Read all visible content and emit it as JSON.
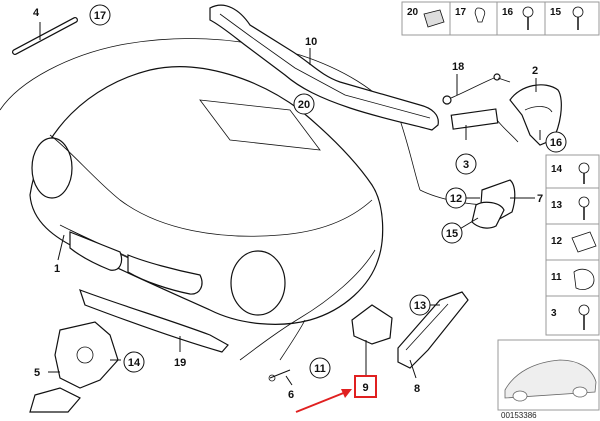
{
  "callouts": {
    "p1": "1",
    "p2": "2",
    "p3": "3",
    "p4": "4",
    "p5": "5",
    "p6": "6",
    "p7": "7",
    "p8": "8",
    "p9": "9",
    "p10": "10",
    "p11": "11",
    "p12": "12",
    "p13": "13",
    "p14": "14",
    "p15": "15",
    "p16": "16",
    "p17": "17",
    "p18": "18",
    "p19": "19",
    "p20": "20"
  },
  "legend_top": [
    "20",
    "17",
    "16",
    "15"
  ],
  "legend_right": [
    "14",
    "13",
    "12",
    "11",
    "3"
  ],
  "highlighted_part": "9",
  "highlight_color": "#e02020",
  "drawing_code": "00153386"
}
